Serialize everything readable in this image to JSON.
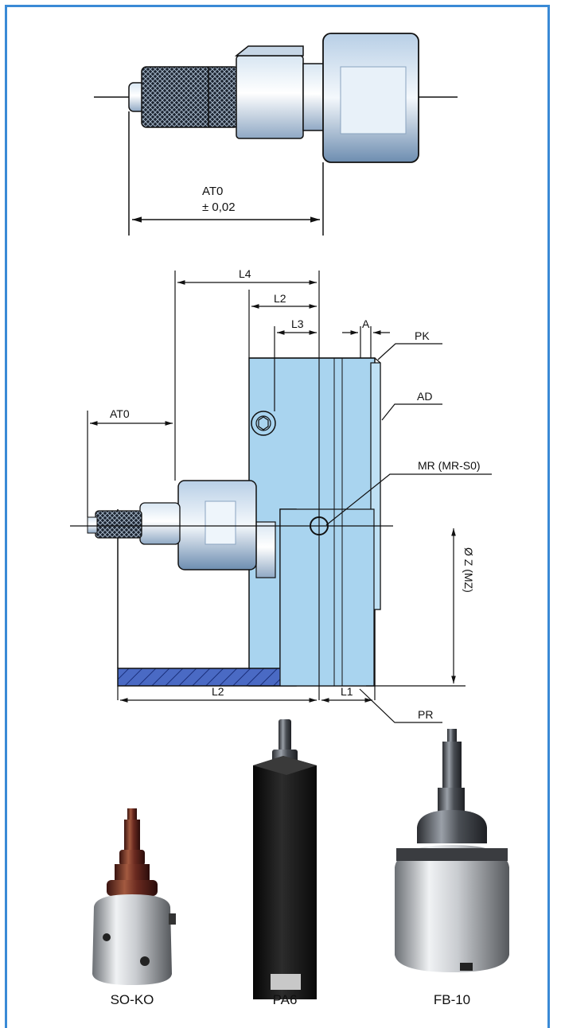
{
  "colors": {
    "frame": "#3a8ad6",
    "accent_fill": "#a9d4ef",
    "hatch": "#2a4fb0"
  },
  "top_drawing": {
    "dim_label": "AT0",
    "tolerance": "± 0,02"
  },
  "main_drawing": {
    "labels": {
      "l4": "L4",
      "l2_top": "L2",
      "l3": "L3",
      "a": "A",
      "pk": "PK",
      "at0": "AT0",
      "ad": "AD",
      "mr": "MR (MR-S0)",
      "dz": "Ø Z (MZ)",
      "l2_bottom": "L2",
      "l1": "L1",
      "pr": "PR"
    }
  },
  "products": [
    {
      "name": "SO-KO",
      "icon": "cylindrical-holder-photo"
    },
    {
      "name": "PA6",
      "icon": "square-holder-photo"
    },
    {
      "name": "FB-10",
      "icon": "flange-holder-photo"
    }
  ]
}
